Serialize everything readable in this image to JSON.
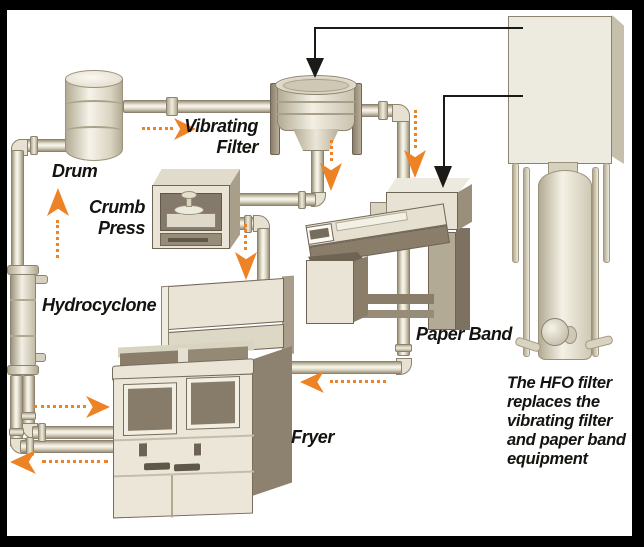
{
  "frame": {
    "border_color": "#000000",
    "canvas_color": "#ffffff"
  },
  "palette": {
    "accent_orange": "#ee8326",
    "equipment_light": "#ebe6d8",
    "equipment_mid": "#cfc8b4",
    "equipment_dark": "#8a7e6b",
    "outline": "#6e6555",
    "pipe_edge": "#8b8270",
    "label_color": "#15130f",
    "connector_black": "#1c1a17"
  },
  "labels": {
    "drum": "Drum",
    "vibrating_filter_line1": "Vibrating",
    "vibrating_filter_line2": "Filter",
    "crumb_press_line1": "Crumb",
    "crumb_press_line2": "Press",
    "hydrocyclone": "Hydrocyclone",
    "fryer": "Fryer",
    "paper_band": "Paper Band"
  },
  "annotation": {
    "line1": "The HFO filter",
    "line2": "replaces the",
    "line3": "vibrating filter",
    "line4": "and paper band",
    "line5": "equipment"
  },
  "flow_arrows": [
    {
      "id": "flow-to-vibrating-filter",
      "direction": "right",
      "glyph": "➤"
    },
    {
      "id": "flow-up-to-drum",
      "direction": "up",
      "glyph": "▲"
    },
    {
      "id": "flow-down-from-filter",
      "direction": "down",
      "glyph": "▼"
    },
    {
      "id": "flow-down-to-paper-band",
      "direction": "down",
      "glyph": "▼"
    },
    {
      "id": "flow-down-from-crumb-press",
      "direction": "down",
      "glyph": "▼"
    },
    {
      "id": "flow-return-to-fryer",
      "direction": "left",
      "glyph": "◀"
    },
    {
      "id": "flow-into-fryer",
      "direction": "right",
      "glyph": "▶"
    },
    {
      "id": "flow-out-to-hydrocyclone",
      "direction": "left",
      "glyph": "◀"
    }
  ],
  "connectors": [
    {
      "id": "hfo-to-vibrating-filter"
    },
    {
      "id": "hfo-to-paper-band"
    }
  ]
}
